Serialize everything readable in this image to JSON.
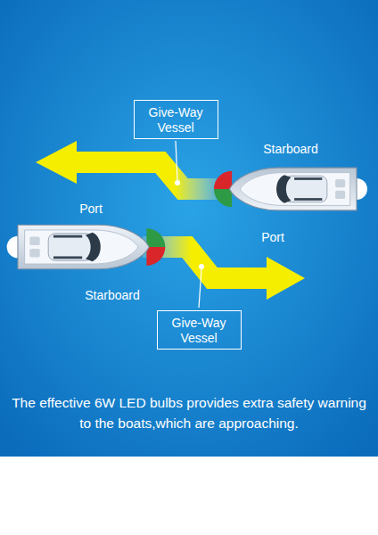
{
  "diagram": {
    "caption": "The effective 6W LED bulbs provides extra safety warning to the boats,which are approaching.",
    "nodes": [
      {
        "text": [
          "Give-Way Vessel"
        ]
      },
      {
        "text": [
          "Give-Way Vessel"
        ]
      }
    ],
    "labels": [
      "Starboard",
      "Port",
      "Port",
      "Starboard"
    ]
  }
}
